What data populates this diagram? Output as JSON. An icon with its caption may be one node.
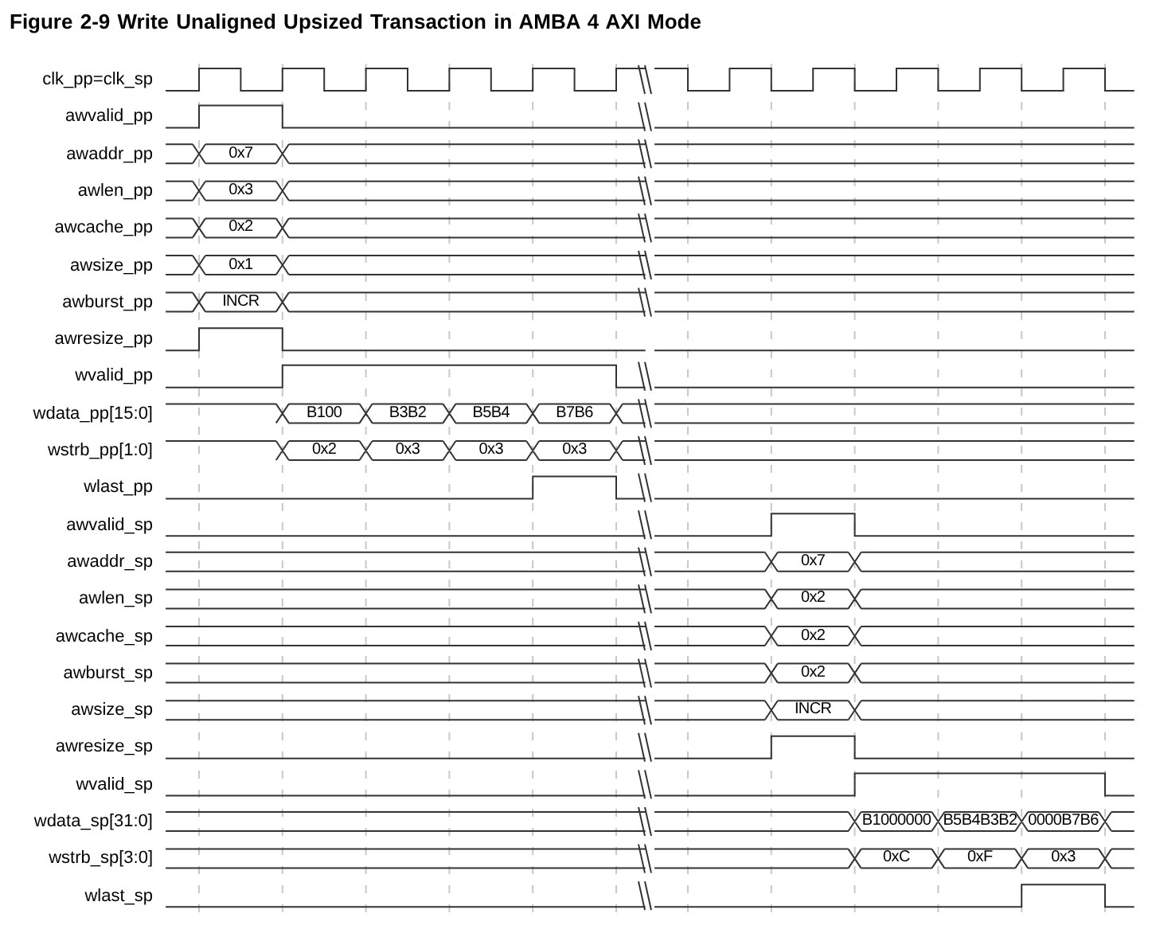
{
  "diagram": {
    "title": "Figure 2-9 Write Unaligned Upsized Transaction in AMBA 4 AXI Mode",
    "labels": [
      "clk_pp=clk_sp",
      "awvalid_pp",
      "awaddr_pp",
      "0x7",
      "awlen_pp",
      "0x3",
      "awcache_pp",
      "0x2",
      "awsize_pp",
      "0x1",
      "awburst_pp",
      "INCR",
      "awresize_pp",
      "wvalid_pp",
      "wdata_pp[15:0]",
      "B100",
      "B3B2",
      "B5B4",
      "B7B6",
      "wstrb_pp[1:0]",
      "0x2",
      "0x3",
      "0x3",
      "0x3",
      "wlast_pp",
      "awvalid_sp",
      "awaddr_sp",
      "0x7",
      "awlen_sp",
      "0x2",
      "awcache_sp",
      "0x2",
      "awburst_sp",
      "0x2",
      "awsize_sp",
      "INCR",
      "awresize_sp",
      "wvalid_sp",
      "wdata_sp[31:0]",
      "B1000000",
      "B5B4B3B2",
      "0000B7B6",
      "wstrb_sp[3:0]",
      "0xC",
      "0xF",
      "0x3",
      "wlast_sp"
    ]
  }
}
